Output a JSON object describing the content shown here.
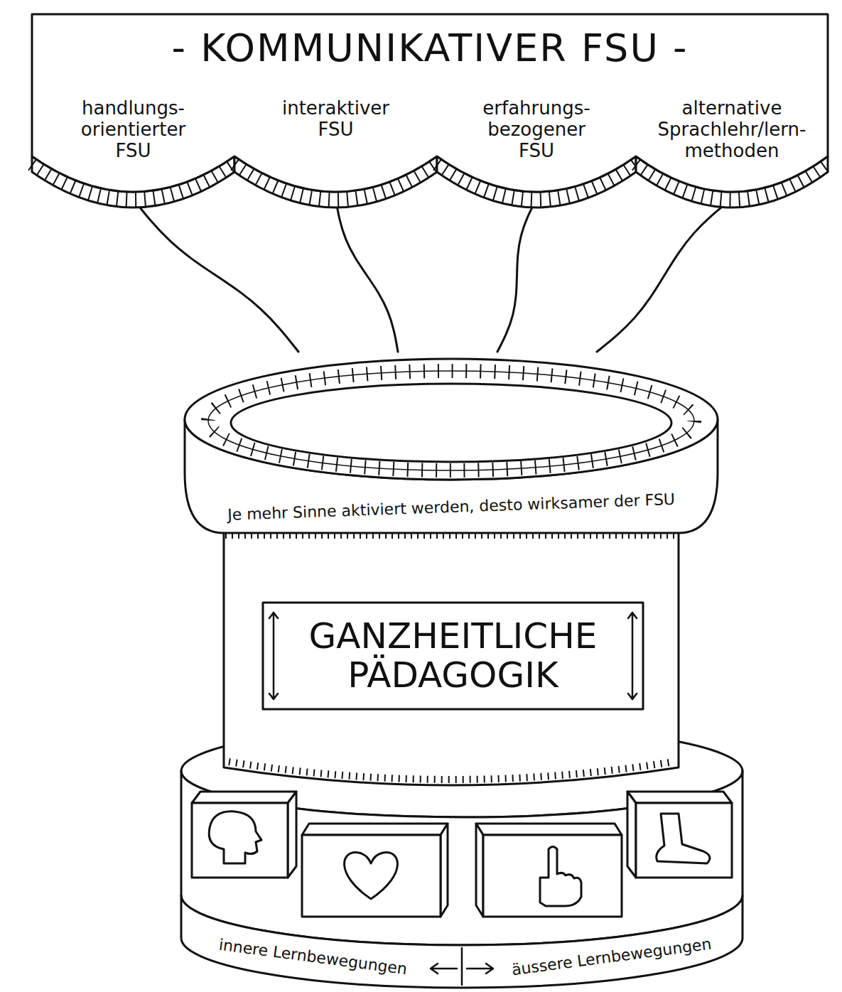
{
  "diagram": {
    "nodes": [
      {
        "text": [
          "- KOMMUNIKATIVER FSU -"
        ]
      },
      {
        "text": [
          "handlungs- orientierter FSU"
        ],
        "in": 0
      },
      {
        "text": [
          "interaktiver FSU"
        ],
        "in": 0
      },
      {
        "text": [
          "erfahrungs- bezogener FSU"
        ],
        "in": 0
      },
      {
        "text": [
          "alternative Sprachlehr/lern- methoden"
        ],
        "in": 0
      },
      {
        "text": [
          "Je mehr Sinne aktiviert werden, desto wirksamer der FSU"
        ]
      },
      {
        "text": [
          "GANZHEITLICHE PÄDAGOGIK"
        ]
      },
      {
        "text": [
          "innere Lernbewegungen",
          "äussere Lernbewegungen"
        ]
      }
    ],
    "edges": [
      {
        "from": 1,
        "to": 5,
        "arrow": "none"
      },
      {
        "from": 2,
        "to": 5,
        "arrow": "none"
      },
      {
        "from": 3,
        "to": 5,
        "arrow": "none"
      },
      {
        "from": 4,
        "to": 5,
        "arrow": "none"
      }
    ]
  }
}
